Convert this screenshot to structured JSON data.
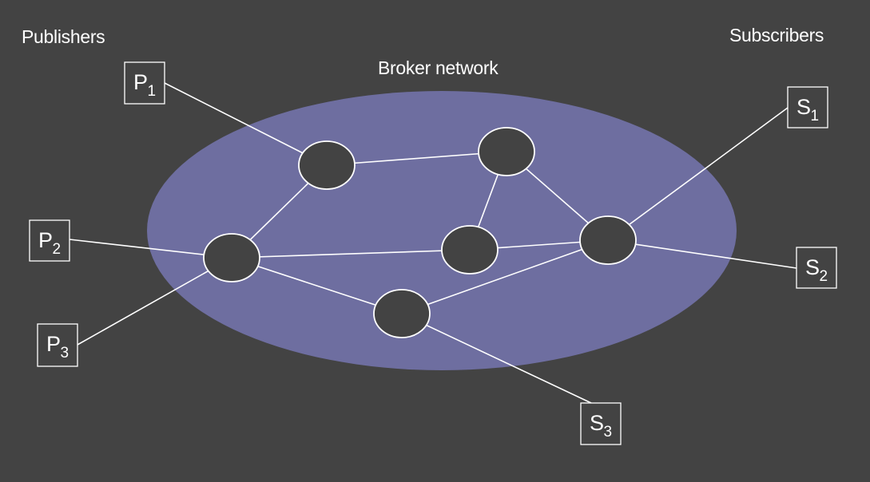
{
  "labels": {
    "publishers": "Publishers",
    "subscribers": "Subscribers",
    "broker_network": "Broker network"
  },
  "colors": {
    "background": "#434343",
    "network_region": "#6e6ea0",
    "broker_node": "#434343",
    "stroke": "#ffffff"
  },
  "publishers": [
    {
      "letter": "P",
      "index": "1"
    },
    {
      "letter": "P",
      "index": "2"
    },
    {
      "letter": "P",
      "index": "3"
    }
  ],
  "subscribers": [
    {
      "letter": "S",
      "index": "1"
    },
    {
      "letter": "S",
      "index": "2"
    },
    {
      "letter": "S",
      "index": "3"
    }
  ],
  "brokers": [
    "b1",
    "b2",
    "b3",
    "b4",
    "b5",
    "b6"
  ],
  "edges": [
    [
      "P1",
      "b1"
    ],
    [
      "P2",
      "b3"
    ],
    [
      "P3",
      "b3"
    ],
    [
      "b1",
      "b2"
    ],
    [
      "b1",
      "b3"
    ],
    [
      "b2",
      "b4"
    ],
    [
      "b2",
      "b5"
    ],
    [
      "b3",
      "b4"
    ],
    [
      "b3",
      "b6"
    ],
    [
      "b4",
      "b5"
    ],
    [
      "b6",
      "b5"
    ],
    [
      "b5",
      "S1"
    ],
    [
      "b5",
      "S2"
    ],
    [
      "b6",
      "S3"
    ]
  ]
}
